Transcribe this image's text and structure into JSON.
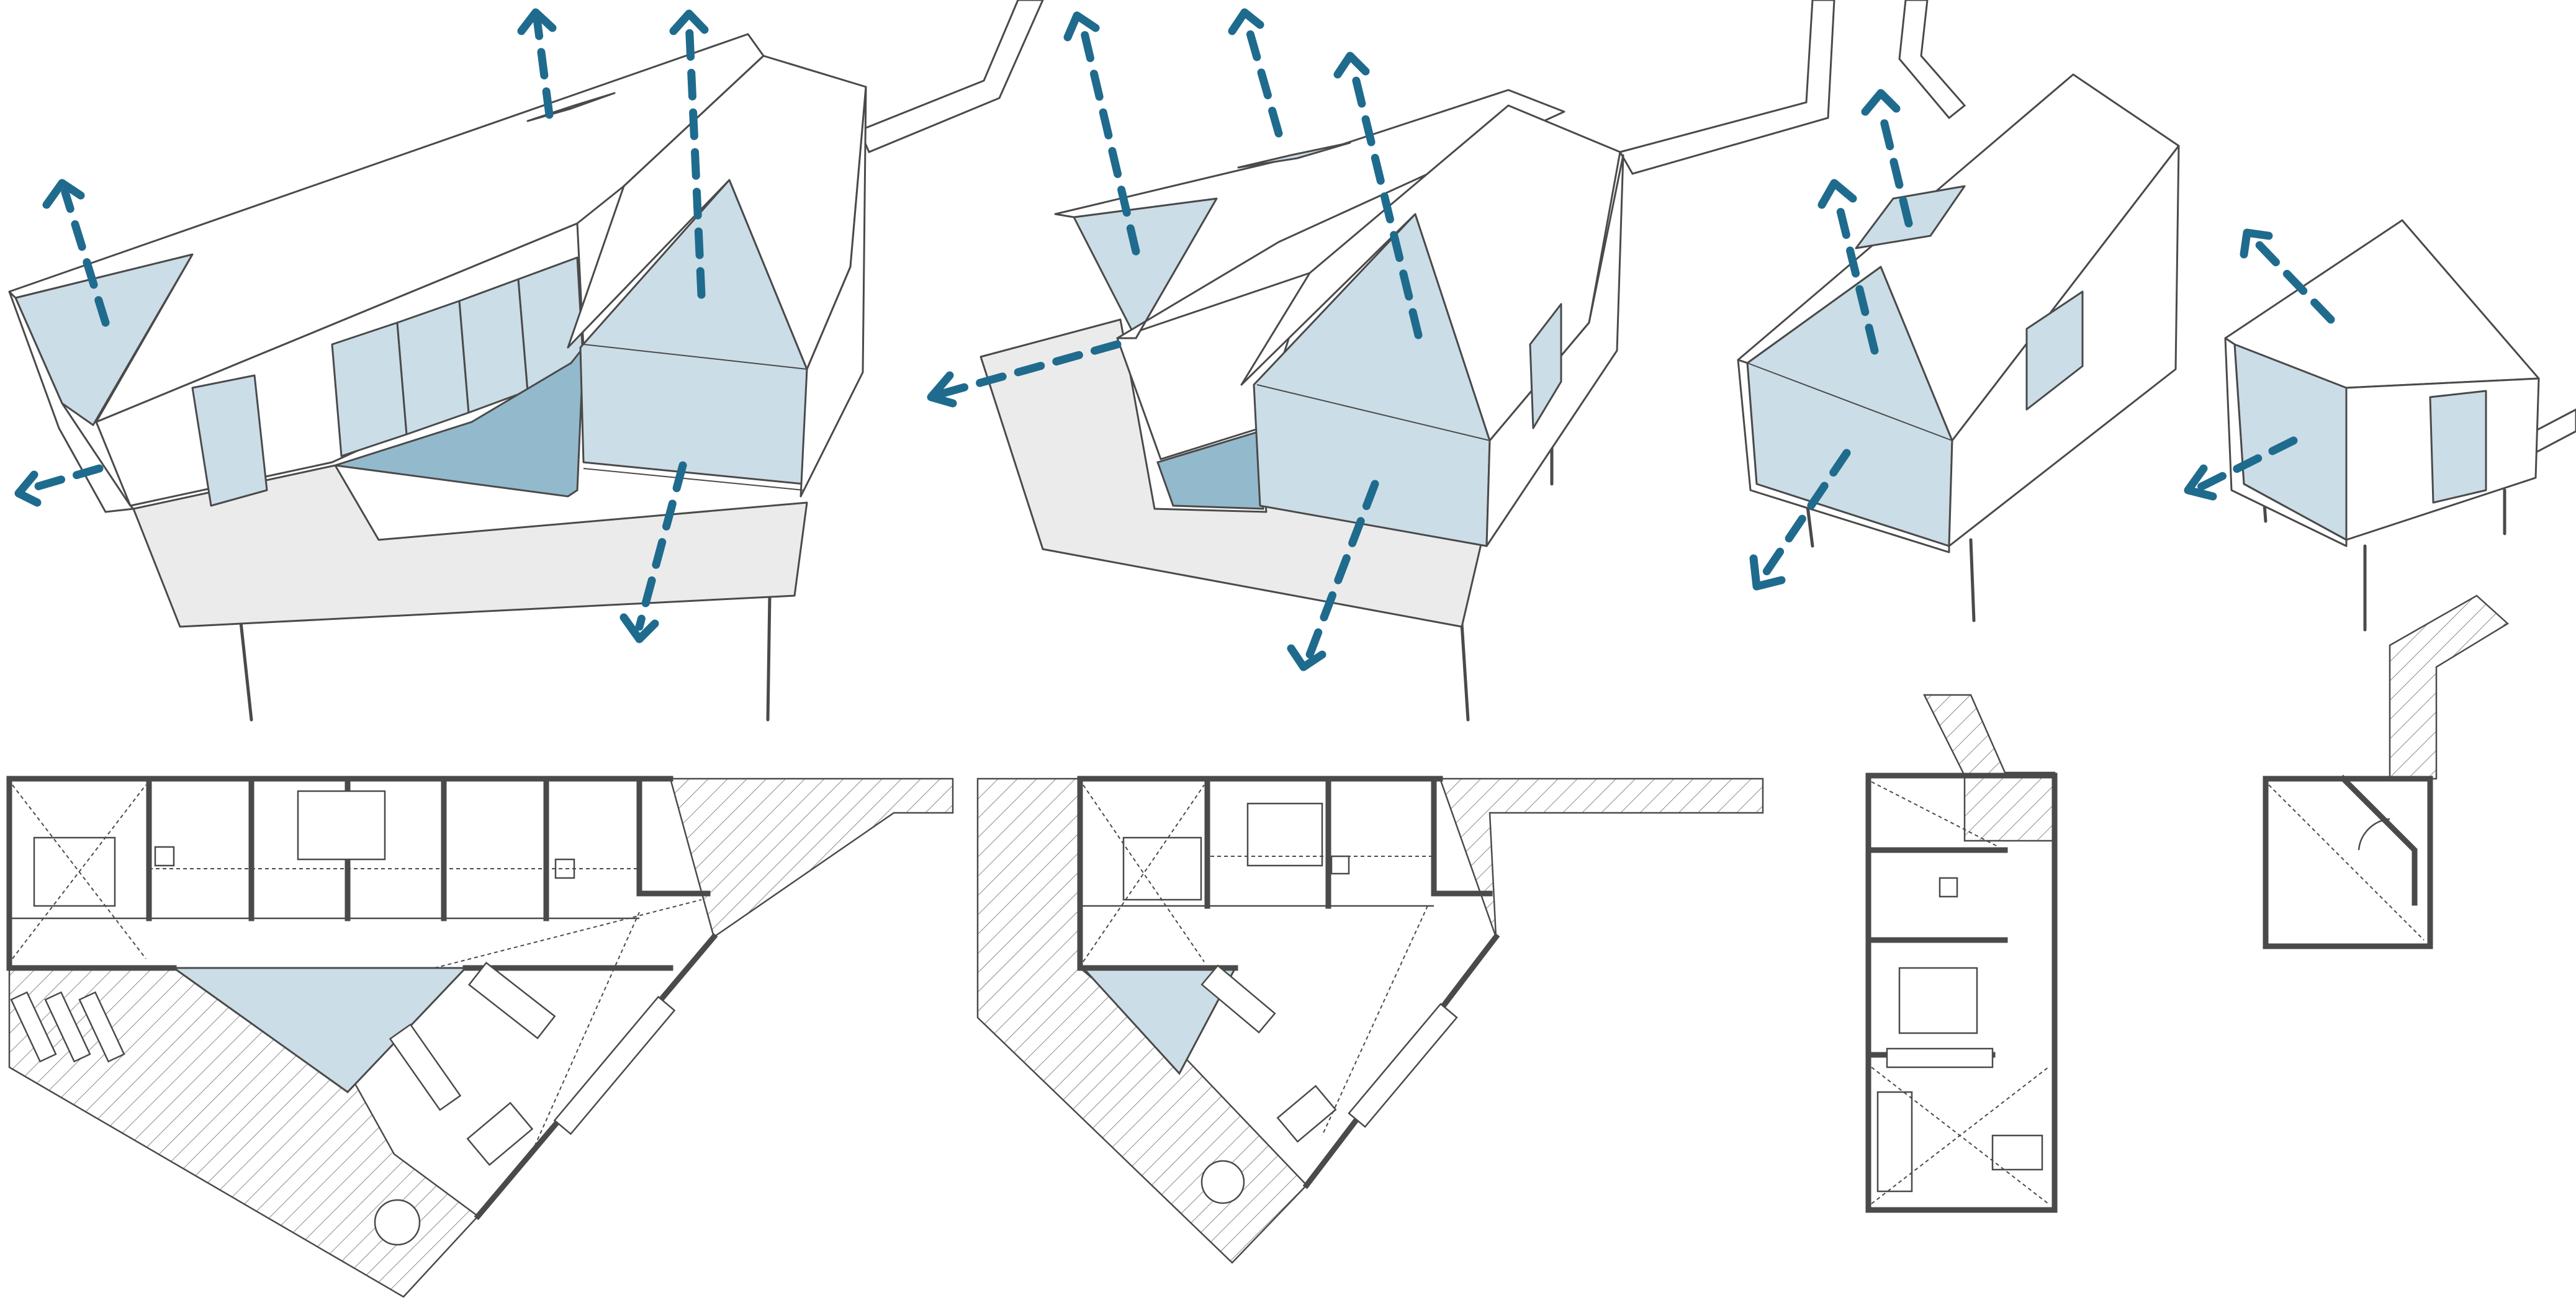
{
  "colors": {
    "arrow": "#1f6b8e",
    "glass": "#cbdde7",
    "glass_dark": "#93b9cc",
    "deck": "#ebebeb",
    "line": "#4a4a4a"
  },
  "variants": [
    {
      "id": "large-triangular-house",
      "views": [
        "axonometric",
        "floor-plan"
      ]
    },
    {
      "id": "medium-triangular-house",
      "views": [
        "axonometric",
        "floor-plan"
      ]
    },
    {
      "id": "gable-cabin",
      "views": [
        "axonometric",
        "floor-plan"
      ]
    },
    {
      "id": "small-pyramid-cabin",
      "views": [
        "axonometric",
        "floor-plan"
      ]
    }
  ],
  "arrow_icon": "dashed-view-arrow-icon"
}
